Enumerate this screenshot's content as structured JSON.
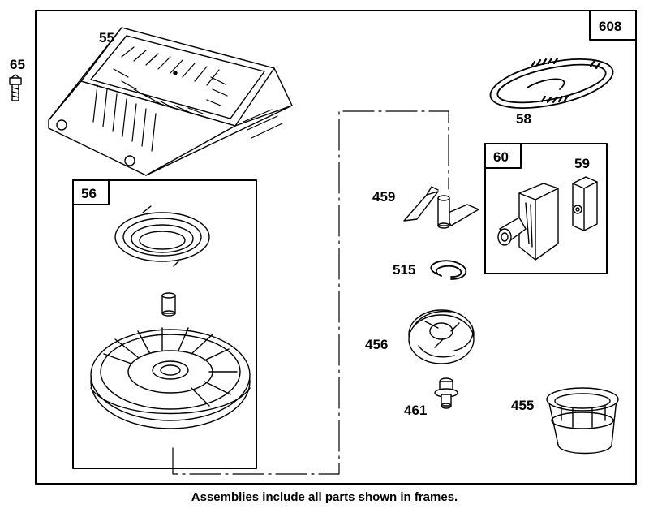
{
  "labels": {
    "frame_main": "608",
    "frame_left": "56",
    "frame_right": "60",
    "part_55": "55",
    "part_65": "65",
    "part_58": "58",
    "part_59": "59",
    "part_459": "459",
    "part_515": "515",
    "part_456": "456",
    "part_461": "461",
    "part_455": "455"
  },
  "caption": "Assemblies include all parts shown in frames."
}
